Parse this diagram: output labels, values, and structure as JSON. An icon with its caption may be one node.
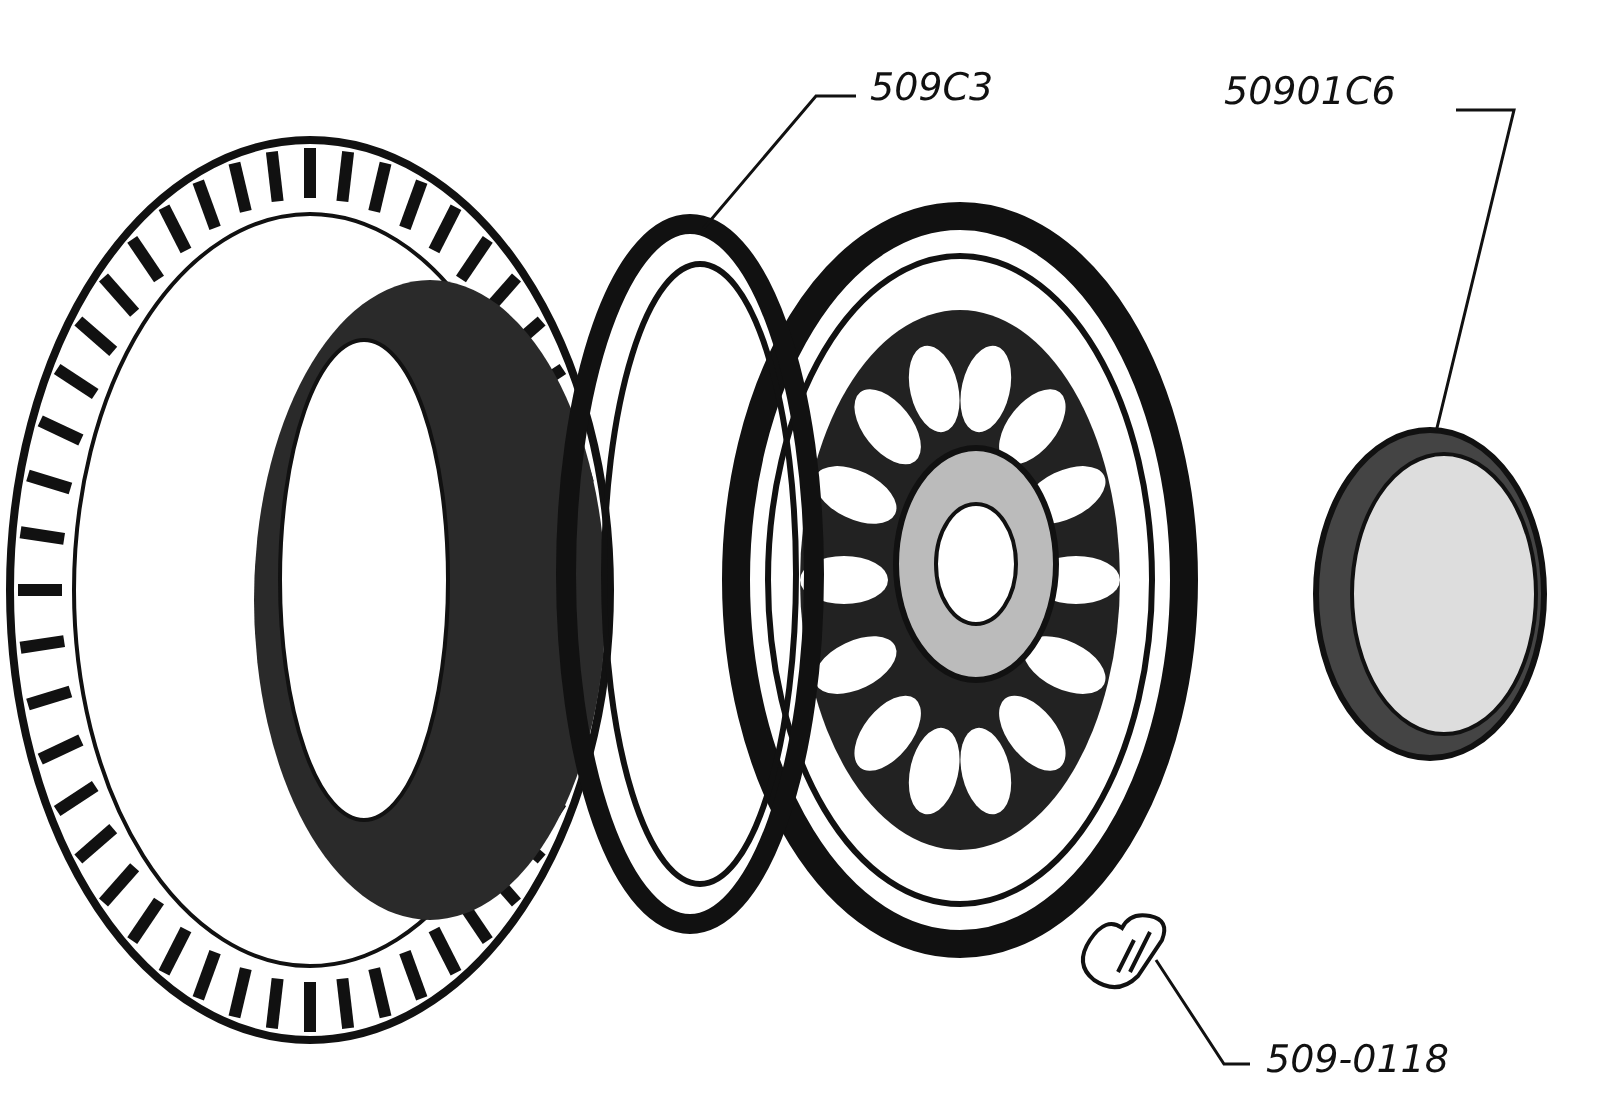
{
  "diagram": {
    "nodes": [
      {
        "text": [
          "509С3"
        ]
      },
      {
        "text": [],
        "shape": "picture"
      },
      {
        "text": [
          "50901С6"
        ]
      },
      {
        "text": [],
        "shape": "picture"
      },
      {
        "text": [
          "509-0118"
        ]
      },
      {
        "text": [],
        "shape": "picture"
      }
    ],
    "edges": [
      {
        "from": 0,
        "to": 1,
        "arrow": "none"
      },
      {
        "from": 2,
        "to": 3,
        "arrow": "none"
      },
      {
        "from": 4,
        "to": 5,
        "arrow": "none"
      }
    ]
  }
}
